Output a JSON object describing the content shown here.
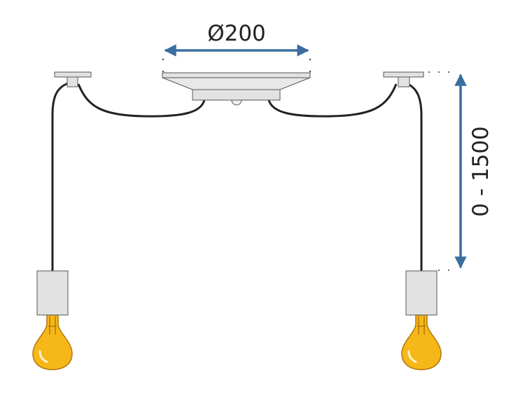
{
  "dimensions": {
    "diameter_label": "Ø200",
    "length_label": "0 - 1500"
  },
  "colors": {
    "arrow": "#3a6e9e",
    "cable": "#222222",
    "metal": "#e2e2e2",
    "bulb": "#f6b818",
    "bulb_outline": "#b5760a"
  },
  "icons": [
    "ceiling-rose",
    "cable-hook",
    "lamp-socket",
    "light-bulb",
    "dimension-arrow"
  ]
}
